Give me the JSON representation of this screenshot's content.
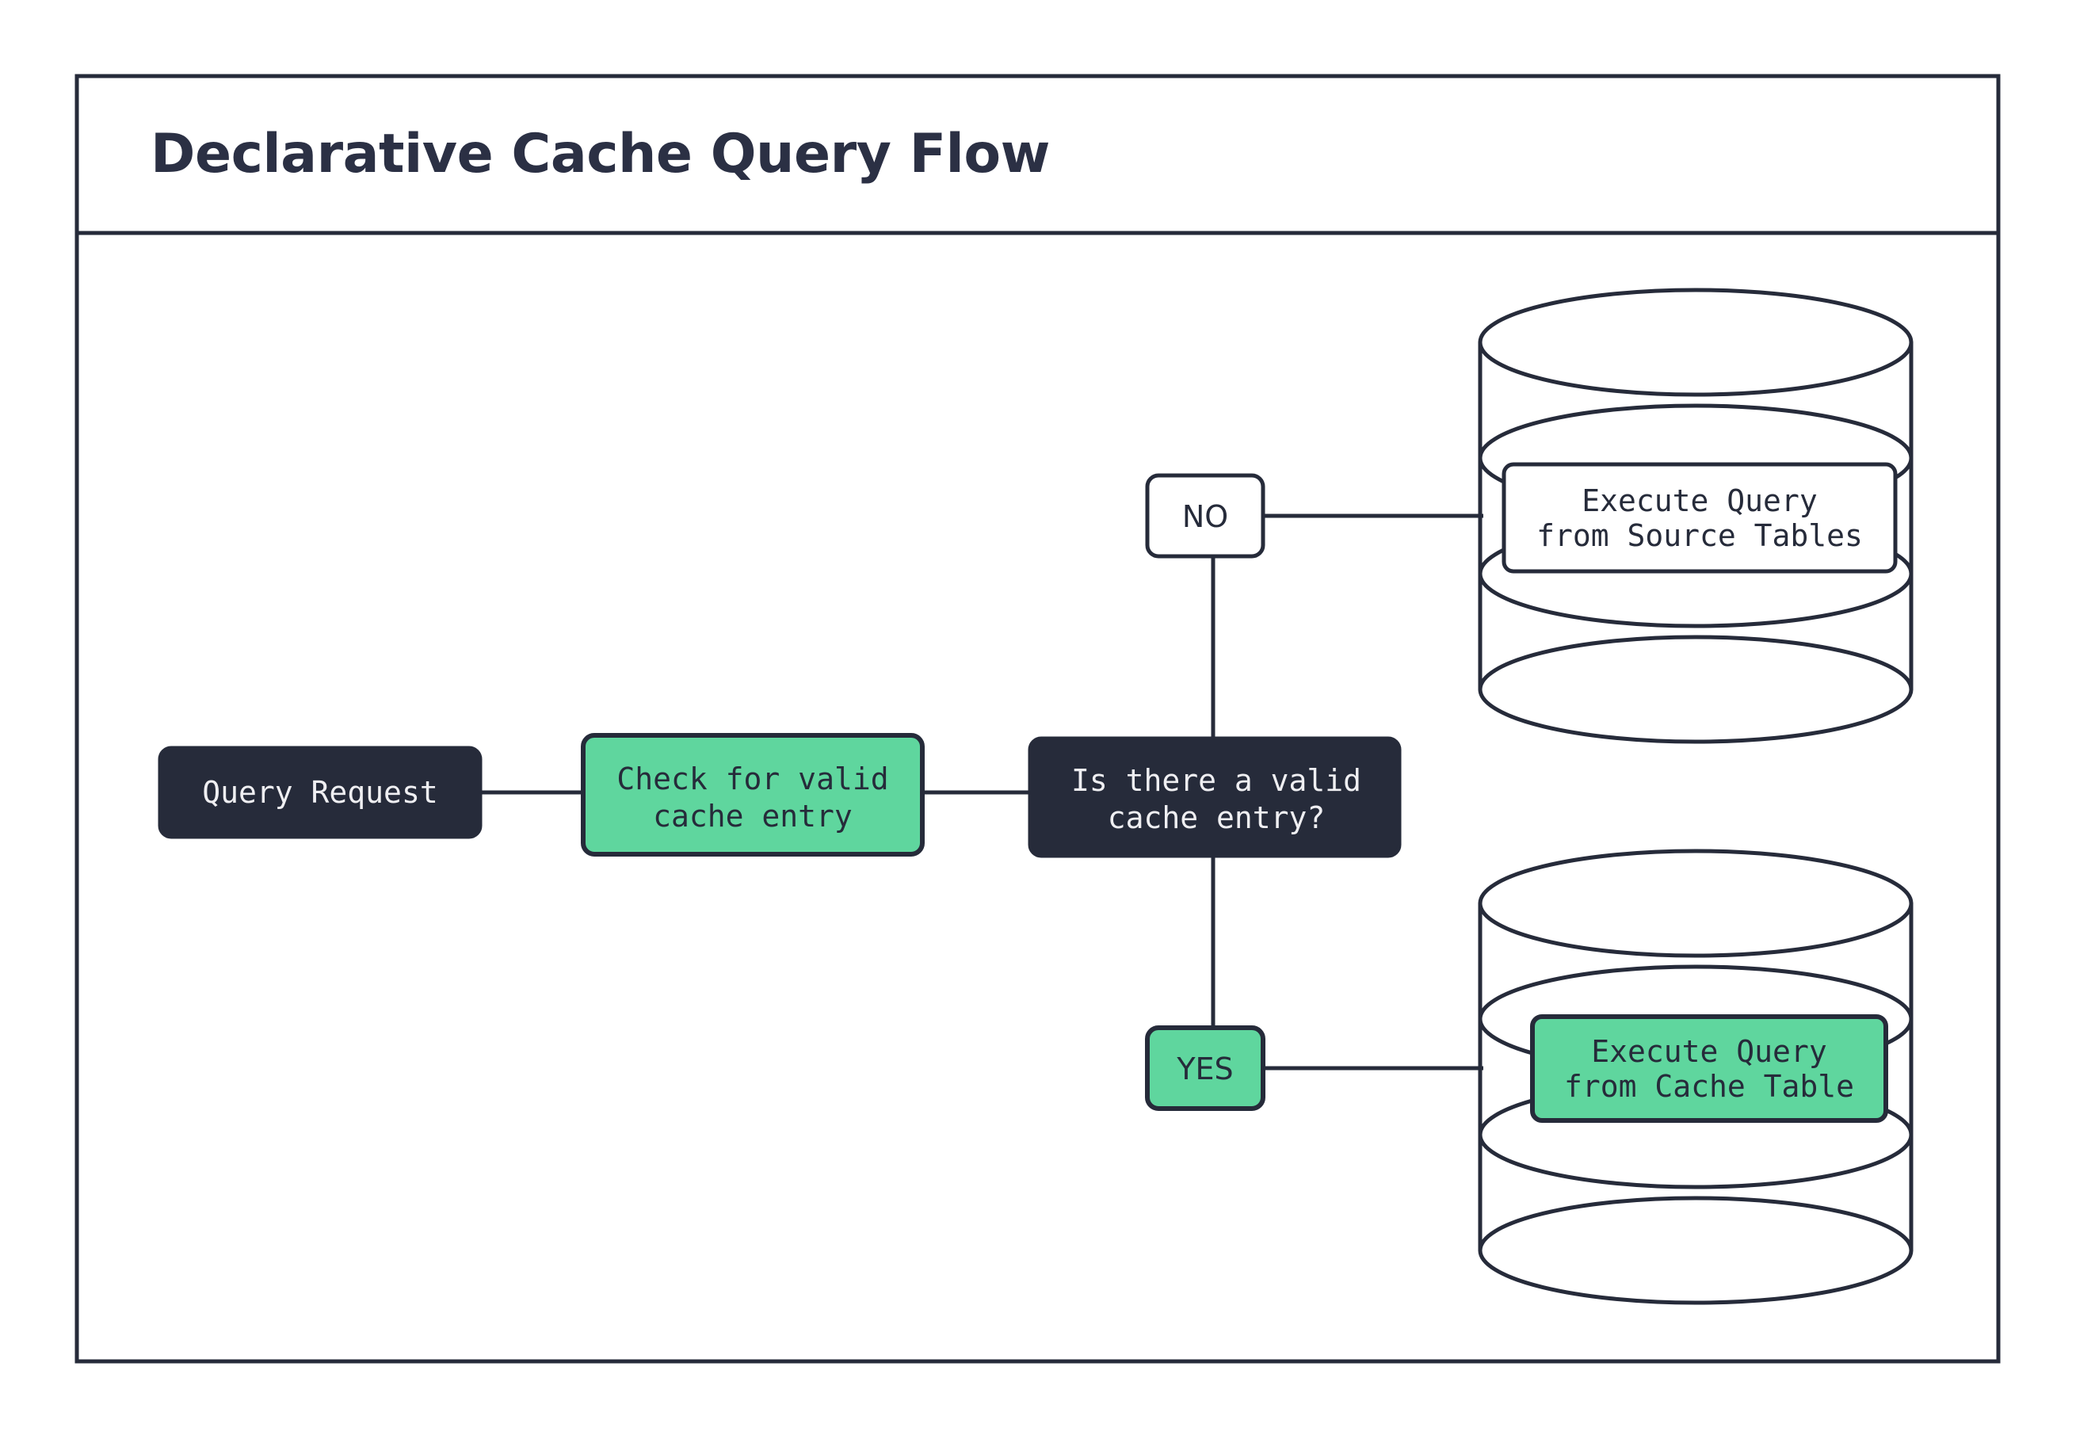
{
  "diagram": {
    "title": "Declarative Cache Query Flow",
    "colors": {
      "ink": "#262B3A",
      "accent_green": "#5FD69E",
      "surface": "#FFFFFF",
      "text_on_dark": "#EFEFF2"
    },
    "nodes": [
      {
        "id": "query-request",
        "label": "Query Request",
        "shape": "rounded-rect",
        "style": "dark"
      },
      {
        "id": "check-cache",
        "label_lines": [
          "Check for valid",
          "cache entry"
        ],
        "shape": "rounded-rect",
        "style": "green"
      },
      {
        "id": "decision",
        "label_lines": [
          "Is there a valid",
          "cache entry?"
        ],
        "shape": "rounded-rect",
        "style": "dark"
      },
      {
        "id": "source-tables-db",
        "label_lines": [
          "Execute Query",
          "from Source Tables"
        ],
        "shape": "cylinder",
        "style": "white"
      },
      {
        "id": "cache-table-db",
        "label_lines": [
          "Execute Query",
          "from Cache Table"
        ],
        "shape": "cylinder",
        "style": "green"
      }
    ],
    "edge_labels": [
      {
        "id": "no-branch",
        "label": "NO",
        "style": "white"
      },
      {
        "id": "yes-branch",
        "label": "YES",
        "style": "green"
      }
    ],
    "edges": [
      {
        "from": "query-request",
        "to": "check-cache"
      },
      {
        "from": "check-cache",
        "to": "decision"
      },
      {
        "from": "decision",
        "to": "no-branch"
      },
      {
        "from": "no-branch",
        "to": "source-tables-db"
      },
      {
        "from": "decision",
        "to": "yes-branch"
      },
      {
        "from": "yes-branch",
        "to": "cache-table-db"
      }
    ]
  }
}
